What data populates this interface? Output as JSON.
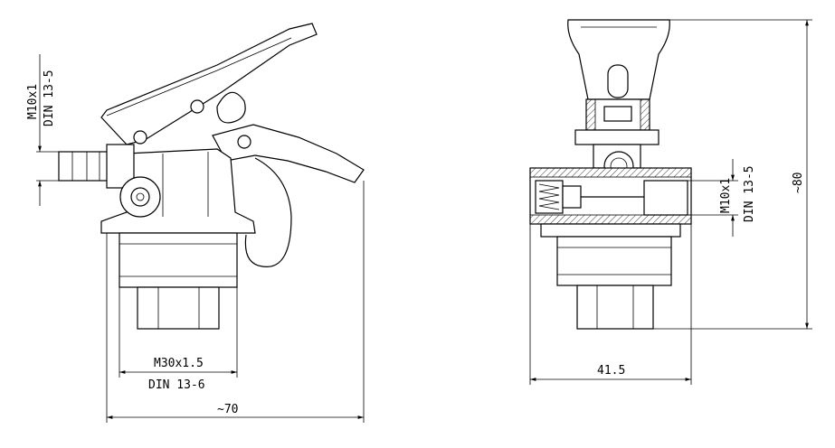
{
  "views": {
    "side": {
      "thread_top_label": "M10x1",
      "thread_top_std": "DIN 13-5",
      "thread_bottom_label": "M30x1.5",
      "thread_bottom_std": "DIN 13-6",
      "width_label": "~70"
    },
    "front": {
      "width_label": "41.5",
      "thread_side_label": "M10x1",
      "thread_side_std": "DIN 13-5",
      "height_label": "~80"
    }
  }
}
